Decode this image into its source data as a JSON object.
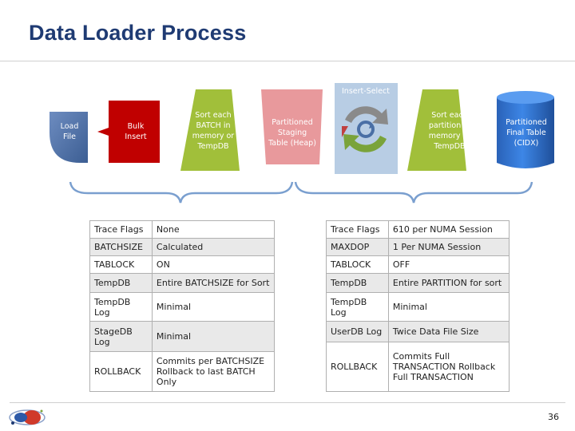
{
  "slide": {
    "title": "Data Loader Process",
    "page_number": "36"
  },
  "flow": {
    "load_file": "Load File",
    "bulk_insert": "Bulk Insert",
    "sort_batch": "Sort each BATCH in memory or TempDB",
    "staging": "Partitioned Staging Table (Heap)",
    "insert_select": "Insert-Select",
    "sort_partition": "Sort each partition In memory or TempDB",
    "final": "Partitioned Final Table (CIDX)"
  },
  "colors": {
    "title": "#1f3b73",
    "load_file_fill": "#4a6fa5",
    "bulk_insert_fill": "#c00000",
    "trapezoid_fill": "#a1bf3a",
    "staging_fill": "#e8999c",
    "insert_select_fill": "#b8cde4",
    "final_fill": "#2e6fd0",
    "brace": "#7a9fcf"
  },
  "left_table": {
    "rows": [
      [
        "Trace Flags",
        "None"
      ],
      [
        "BATCHSIZE",
        "Calculated"
      ],
      [
        "TABLOCK",
        "ON"
      ],
      [
        "TempDB",
        "Entire BATCHSIZE for Sort"
      ],
      [
        "TempDB Log",
        "Minimal"
      ],
      [
        "StageDB Log",
        "Minimal"
      ],
      [
        "ROLLBACK",
        "Commits per BATCHSIZE Rollback to last BATCH Only"
      ]
    ]
  },
  "right_table": {
    "rows": [
      [
        "Trace Flags",
        "610 per NUMA Session"
      ],
      [
        "MAXDOP",
        "1 Per NUMA Session"
      ],
      [
        "TABLOCK",
        "OFF"
      ],
      [
        "TempDB",
        "Entire PARTITION for sort"
      ],
      [
        "TempDB Log",
        "Minimal"
      ],
      [
        "UserDB Log",
        "Twice Data File Size"
      ],
      [
        "ROLLBACK",
        "Commits Full TRANSACTION Rollback Full TRANSACTION"
      ]
    ]
  }
}
